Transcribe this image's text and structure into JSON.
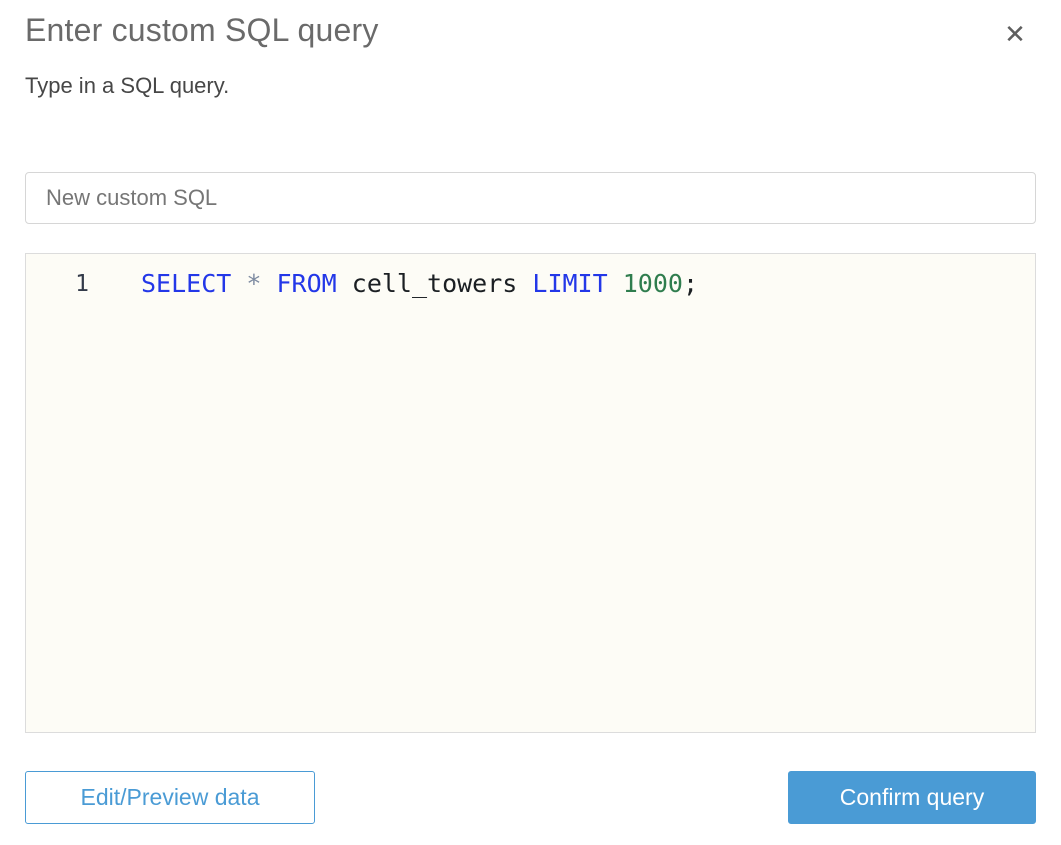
{
  "colors": {
    "accent-blue": "#4a9bd5",
    "keyword": "#2337e8",
    "operator": "#7d8aa0",
    "identifier": "#1b1f23",
    "number": "#2f7d4e",
    "punctuation": "#1b1f23",
    "editor-bg": "#fdfcf6",
    "line-number": "#333a49"
  },
  "dialog": {
    "title": "Enter custom SQL query",
    "close_icon": "✕",
    "subtitle": "Type in a SQL query."
  },
  "query_name_input": {
    "value": "New custom SQL"
  },
  "sql_editor": {
    "line_number": "1",
    "line_text": "SELECT * FROM cell_towers LIMIT 1000;",
    "tokens": [
      {
        "text": "SELECT",
        "type": "keyword"
      },
      {
        "text": " ",
        "type": "plain"
      },
      {
        "text": "*",
        "type": "operator"
      },
      {
        "text": " ",
        "type": "plain"
      },
      {
        "text": "FROM",
        "type": "keyword"
      },
      {
        "text": " cell_towers ",
        "type": "identifier"
      },
      {
        "text": "LIMIT",
        "type": "keyword"
      },
      {
        "text": " ",
        "type": "plain"
      },
      {
        "text": "1000",
        "type": "number"
      },
      {
        "text": ";",
        "type": "punctuation"
      }
    ]
  },
  "footer": {
    "edit_preview_label": "Edit/Preview data",
    "confirm_label": "Confirm query"
  }
}
